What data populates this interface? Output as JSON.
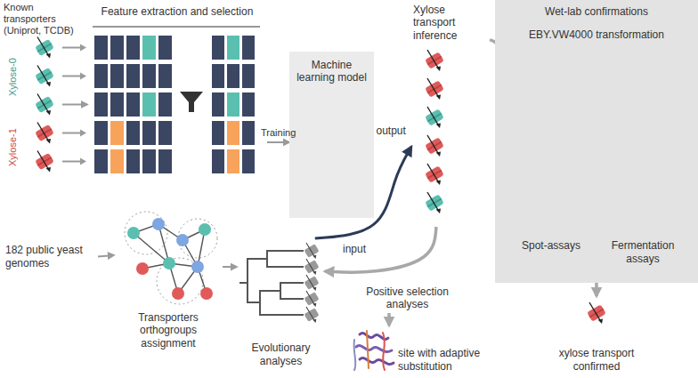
{
  "diagram": {
    "nodes": [
      {
        "text": [
          "Known transporters (Uniprot, TCDB)"
        ]
      },
      {
        "text": [
          "Feature extraction and selection"
        ]
      },
      {
        "text": [
          "Machine learning model"
        ]
      },
      {
        "text": [
          "Xylose transport inference"
        ]
      },
      {
        "text": [
          "Wet-lab confirmations"
        ]
      },
      {
        "text": [
          "EBY.VW4000 transformation"
        ],
        "in": 4
      },
      {
        "text": [
          "Spot-assays"
        ],
        "in": 4
      },
      {
        "text": [
          "Fermentation assays"
        ],
        "in": 4
      },
      {
        "text": [
          "182 public yeast genomes"
        ]
      },
      {
        "text": [
          "Transporters orthogroups assignment"
        ]
      },
      {
        "text": [
          "Evolutionary analyses"
        ]
      },
      {
        "text": [
          "Positive selection analyses"
        ]
      },
      {
        "text": [
          "site with adaptive substitution"
        ]
      },
      {
        "text": [
          "xylose transport confirmed"
        ]
      }
    ],
    "edges": [
      {
        "from": 0,
        "to": 1,
        "arrow": "to"
      },
      {
        "from": 1,
        "to": 2,
        "arrow": "to",
        "label": "Training"
      },
      {
        "from": 10,
        "to": 3,
        "arrow": "to"
      },
      {
        "from": 3,
        "to": 5,
        "arrow": "to"
      },
      {
        "from": 3,
        "to": 10,
        "arrow": "to"
      },
      {
        "from": 5,
        "to": 6,
        "arrow": "to"
      },
      {
        "from": 5,
        "to": 7,
        "arrow": "to"
      },
      {
        "from": 4,
        "to": 13,
        "arrow": "to"
      },
      {
        "from": 8,
        "to": 9,
        "arrow": "to"
      },
      {
        "from": 9,
        "to": 10,
        "arrow": "to"
      },
      {
        "from": 11,
        "to": 12,
        "arrow": "to"
      }
    ],
    "labels": [
      "Xylose-0",
      "Xylose-1",
      "input",
      "output"
    ]
  }
}
